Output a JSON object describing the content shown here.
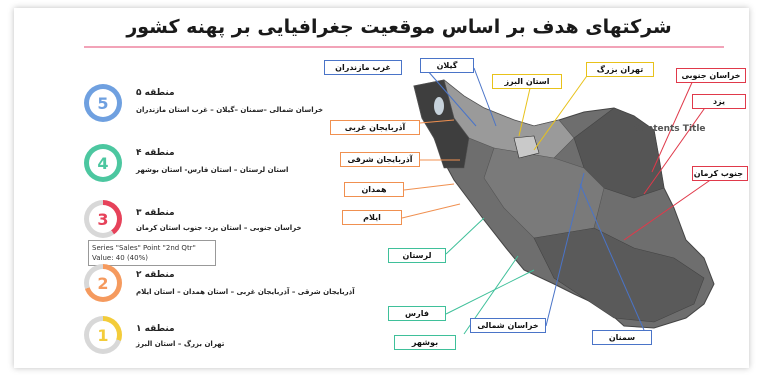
{
  "title": "شرکتهای هدف بر اساس موقعیت جغرافیایی بر پهنه کشور",
  "contents_title": "Contents Title",
  "tooltip": {
    "line1": "Series \"Sales\" Point \"2nd Qtr\"",
    "line2": "Value: 40 (40%)"
  },
  "regions": [
    {
      "num": "5",
      "title": "منطقه ۵",
      "sub": "خراسان شمالی –سمنان –گیلان – غرب استان مازندران",
      "color": "#6fa0e0"
    },
    {
      "num": "4",
      "title": "منطقه ۴",
      "sub": "استان لرستان – استان فارس- استان بوشهر",
      "color": "#4cc7a0"
    },
    {
      "num": "3",
      "title": "منطقه ۳",
      "sub": "خراسان جنوبی – استان یزد- جنوب استان کرمان",
      "color": "#e6425a"
    },
    {
      "num": "2",
      "title": "منطقه ۲",
      "sub": "آذربایجان شرقی – آذربایجان غربی – استان همدان – استان ایلام",
      "color": "#f59a5e"
    },
    {
      "num": "1",
      "title": "منطقه ۱",
      "sub": "تهران بزرگ – استان البرز",
      "color": "#f3cc3a"
    }
  ],
  "labels": {
    "west_mazandaran": "غرب مازندران",
    "gilan": "گیلان",
    "alborz": "استان البرز",
    "tehran": "تهران بزرگ",
    "s_khorasan": "خراسان جنوبی",
    "yazd": "یزد",
    "s_kerman": "جنوب کرمان",
    "w_azarbaijan": "آذربایجان غربی",
    "e_azarbaijan": "آذربایجان شرقی",
    "hamedan": "همدان",
    "ilam": "ایلام",
    "lorestan": "لرستان",
    "fars": "فارس",
    "bushehr": "بوشهر",
    "n_khorasan": "خراسان شمالی",
    "semnan": "سمنان"
  }
}
